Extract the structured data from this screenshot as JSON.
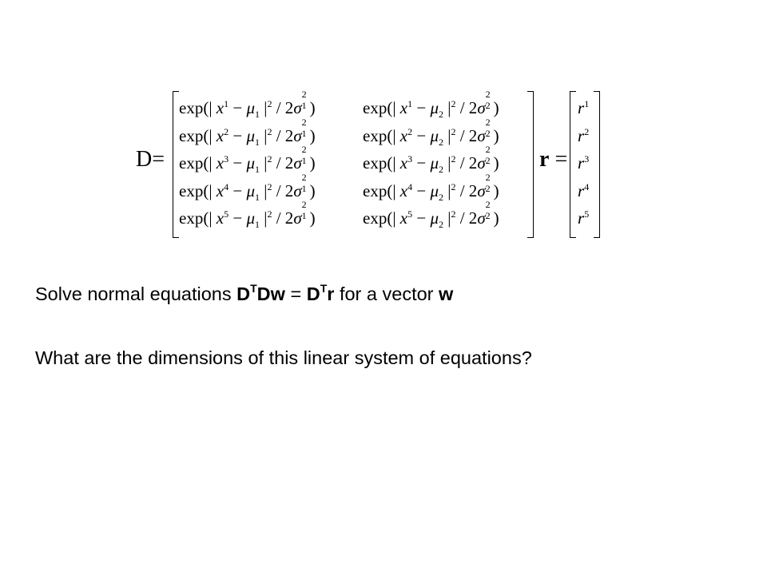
{
  "equation": {
    "d_label": "D",
    "equals": "=",
    "r_label": "r",
    "d_rows": [
      {
        "idx": "1"
      },
      {
        "idx": "2"
      },
      {
        "idx": "3"
      },
      {
        "idx": "4"
      },
      {
        "idx": "5"
      }
    ],
    "r_entries": [
      "1",
      "2",
      "3",
      "4",
      "5"
    ]
  },
  "text": {
    "line1_prefix": "Solve normal equations ",
    "D": "D",
    "T": "T",
    "Dw": "Dw",
    "eq": " = ",
    "r": "r",
    "for_a_vector": " for a vector ",
    "w": "w",
    "line2": "What are the dimensions of this linear system of equations?"
  }
}
